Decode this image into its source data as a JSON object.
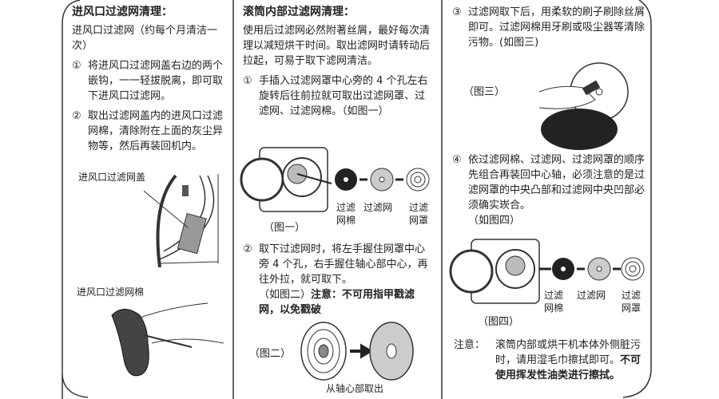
{
  "left": {
    "title": "进风口过滤网清理：",
    "intro": "进风口过滤网（约每个月清洁一次）",
    "steps": [
      {
        "num": "①",
        "text": "将进风口过滤网盖右边的两个嵌钩，一一轻拔脱离，即可取下进风口过滤网。"
      },
      {
        "num": "②",
        "text": "取出过滤网盖内的进风口过滤网棉，清除附在上面的灰尘异物等，然后再装回机内。"
      }
    ],
    "label_cover": "进风口过滤网盖",
    "label_cotton": "进风口过滤网棉"
  },
  "middle": {
    "title": "滚筒内部过滤网清理：",
    "intro": "使用后过滤网必然附著丝屑，最好每次清理以减短烘干时间。取出滤网时请转动后拉起，可易于取下滤网清洁。",
    "step1": {
      "num": "①",
      "text": "手插入过滤网罩中心旁的 4 个孔左右旋转后往前拉就可取出过滤网罩、过滤网、过滤网棉。（如图一）"
    },
    "fig1": {
      "caption": "（图一）",
      "labels": [
        "过滤网棉",
        "过滤网",
        "过滤网罩"
      ]
    },
    "step2": {
      "num": "②",
      "text": "取下过滤网时，将左手握住网罩中心旁 4 个孔，右手握住轴心部中心，再往外拉，就可取下。",
      "ref": "（如图二）",
      "warning": "注意：不可用指甲戳滤网，以免戳破"
    },
    "fig2": {
      "caption": "（图二）",
      "label": "从轴心部取出"
    }
  },
  "right": {
    "step3": {
      "num": "③",
      "text": "过滤网取下后，用柔软的刷子刷除丝屑即可。过滤网棉用牙刷或吸尘器等清除污物。(如图三)"
    },
    "fig3": {
      "caption": "（图三）"
    },
    "step4": {
      "num": "④",
      "text": "依过滤网棉、过滤网、过滤网罩的顺序先组合再装回中心轴，必须注意的是过滤网罩的中央凸部和过滤网中央凹部必须确实崁合。",
      "ref": "（如图四）"
    },
    "fig4": {
      "caption": "（图四）",
      "labels": [
        "过滤网棉",
        "过滤网",
        "过滤网罩"
      ]
    },
    "note": {
      "label": "注意：",
      "text": "滚筒内部或烘干机本体外侧脏污时，请用湿毛巾擦拭即可。",
      "warning": "不可使用挥发性油类进行擦拭。"
    }
  }
}
